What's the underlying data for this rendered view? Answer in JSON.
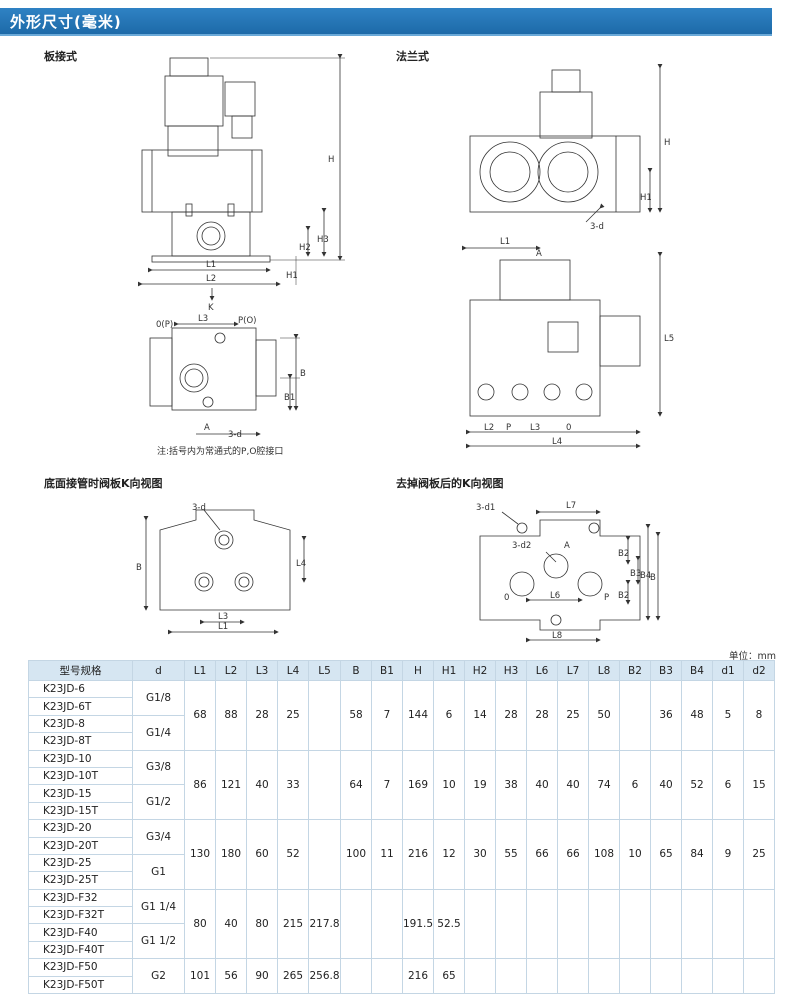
{
  "header": {
    "title": "外形尺寸(毫米)"
  },
  "captions": {
    "plate_type": "板接式",
    "flange_type": "法兰式",
    "bottom_view": "底面接管时阀板K向视图",
    "removed_view": "去掉阀板后的K向视图"
  },
  "note": "注:括号内为常通式的P,O腔接口",
  "dim_labels": {
    "H": "H",
    "H1": "H1",
    "H2": "H2",
    "H3": "H3",
    "L1": "L1",
    "L2": "L2",
    "L3": "L3",
    "L4": "L4",
    "L5": "L5",
    "L6": "L6",
    "L7": "L7",
    "L8": "L8",
    "K": "K",
    "B": "B",
    "B1": "B1",
    "B2": "B2",
    "B3": "B3",
    "B4": "B4",
    "A": "A",
    "P": "P",
    "O": "0",
    "P_O_left": "0(P)",
    "P_O_right": "P(O)",
    "three_d": "3-d",
    "three_d1": "3-d1",
    "three_d2": "3-d2"
  },
  "unit_label": "单位：mm",
  "table": {
    "headers": [
      "型号规格",
      "d",
      "L1",
      "L2",
      "L3",
      "L4",
      "L5",
      "B",
      "B1",
      "H",
      "H1",
      "H2",
      "H3",
      "L6",
      "L7",
      "L8",
      "B2",
      "B3",
      "B4",
      "d1",
      "d2"
    ],
    "groups": [
      {
        "models": [
          "K23JD-6",
          "K23JD-6T",
          "K23JD-8",
          "K23JD-8T"
        ],
        "d": [
          "G1/8",
          "G1/4"
        ],
        "values": {
          "L1": "68",
          "L2": "88",
          "L3": "28",
          "L4": "25",
          "L5": "",
          "B": "58",
          "B1": "7",
          "H": "144",
          "H1": "6",
          "H2": "14",
          "H3": "28",
          "L6": "28",
          "L7": "25",
          "L8": "50",
          "B2": "",
          "B3": "36",
          "B4": "48",
          "d1": "5",
          "d2": "8"
        }
      },
      {
        "models": [
          "K23JD-10",
          "K23JD-10T",
          "K23JD-15",
          "K23JD-15T"
        ],
        "d": [
          "G3/8",
          "G1/2"
        ],
        "values": {
          "L1": "86",
          "L2": "121",
          "L3": "40",
          "L4": "33",
          "L5": "",
          "B": "64",
          "B1": "7",
          "H": "169",
          "H1": "10",
          "H2": "19",
          "H3": "38",
          "L6": "40",
          "L7": "40",
          "L8": "74",
          "B2": "6",
          "B3": "40",
          "B4": "52",
          "d1": "6",
          "d2": "15"
        }
      },
      {
        "models": [
          "K23JD-20",
          "K23JD-20T",
          "K23JD-25",
          "K23JD-25T"
        ],
        "d": [
          "G3/4",
          "G1"
        ],
        "values": {
          "L1": "130",
          "L2": "180",
          "L3": "60",
          "L4": "52",
          "L5": "",
          "B": "100",
          "B1": "11",
          "H": "216",
          "H1": "12",
          "H2": "30",
          "H3": "55",
          "L6": "66",
          "L7": "66",
          "L8": "108",
          "B2": "10",
          "B3": "65",
          "B4": "84",
          "d1": "9",
          "d2": "25"
        }
      },
      {
        "models": [
          "K23JD-F32",
          "K23JD-F32T",
          "K23JD-F40",
          "K23JD-F40T"
        ],
        "d": [
          "G1  1/4",
          "G1 1/2"
        ],
        "values": {
          "L1": "80",
          "L2": "40",
          "L3": "80",
          "L4": "215",
          "L5": "217.8",
          "B": "",
          "B1": "",
          "H": "191.5",
          "H1": "52.5",
          "H2": "",
          "H3": "",
          "L6": "",
          "L7": "",
          "L8": "",
          "B2": "",
          "B3": "",
          "B4": "",
          "d1": "",
          "d2": ""
        }
      },
      {
        "models": [
          "K23JD-F50",
          "K23JD-F50T"
        ],
        "d": [
          "G2"
        ],
        "values": {
          "L1": "101",
          "L2": "56",
          "L3": "90",
          "L4": "265",
          "L5": "256.8",
          "B": "",
          "B1": "",
          "H": "216",
          "H1": "65",
          "H2": "",
          "H3": "",
          "L6": "",
          "L7": "",
          "L8": "",
          "B2": "",
          "B3": "",
          "B4": "",
          "d1": "",
          "d2": ""
        }
      }
    ]
  },
  "colors": {
    "header_bg": "#1d6aa8",
    "table_header_bg": "#d6e6f2",
    "table_border": "#c4d6e4"
  }
}
